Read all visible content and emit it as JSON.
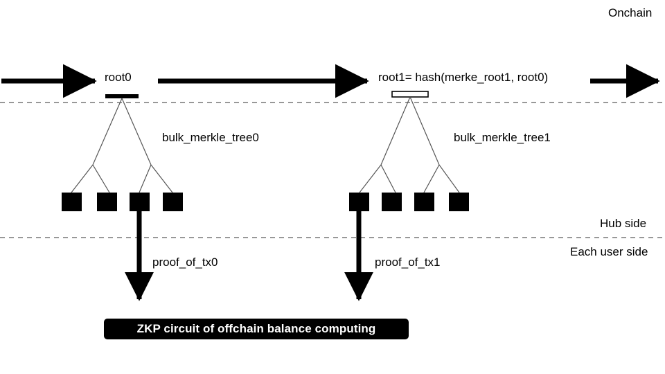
{
  "diagram": {
    "title_regions": {
      "onchain": "Onchain",
      "hub_side": "Hub side",
      "each_user_side": "Each user side"
    },
    "nodes": {
      "root0_label": "root0",
      "root1_label": "root1= hash(merke_root1, root0)"
    },
    "trees": {
      "tree0_label": "bulk_merkle_tree0",
      "tree1_label": "bulk_merkle_tree1"
    },
    "proofs": {
      "proof0_label": "proof_of_tx0",
      "proof1_label": "proof_of_tx1"
    },
    "circuit": {
      "label": "ZKP circuit of offchain balance computing"
    },
    "colors": {
      "stroke": "#000000",
      "leaf_fill": "#000000",
      "root1_fill": "#ffffff",
      "divider": "#808080",
      "background": "#ffffff",
      "circuit_bg": "#000000",
      "circuit_text": "#ffffff"
    }
  }
}
